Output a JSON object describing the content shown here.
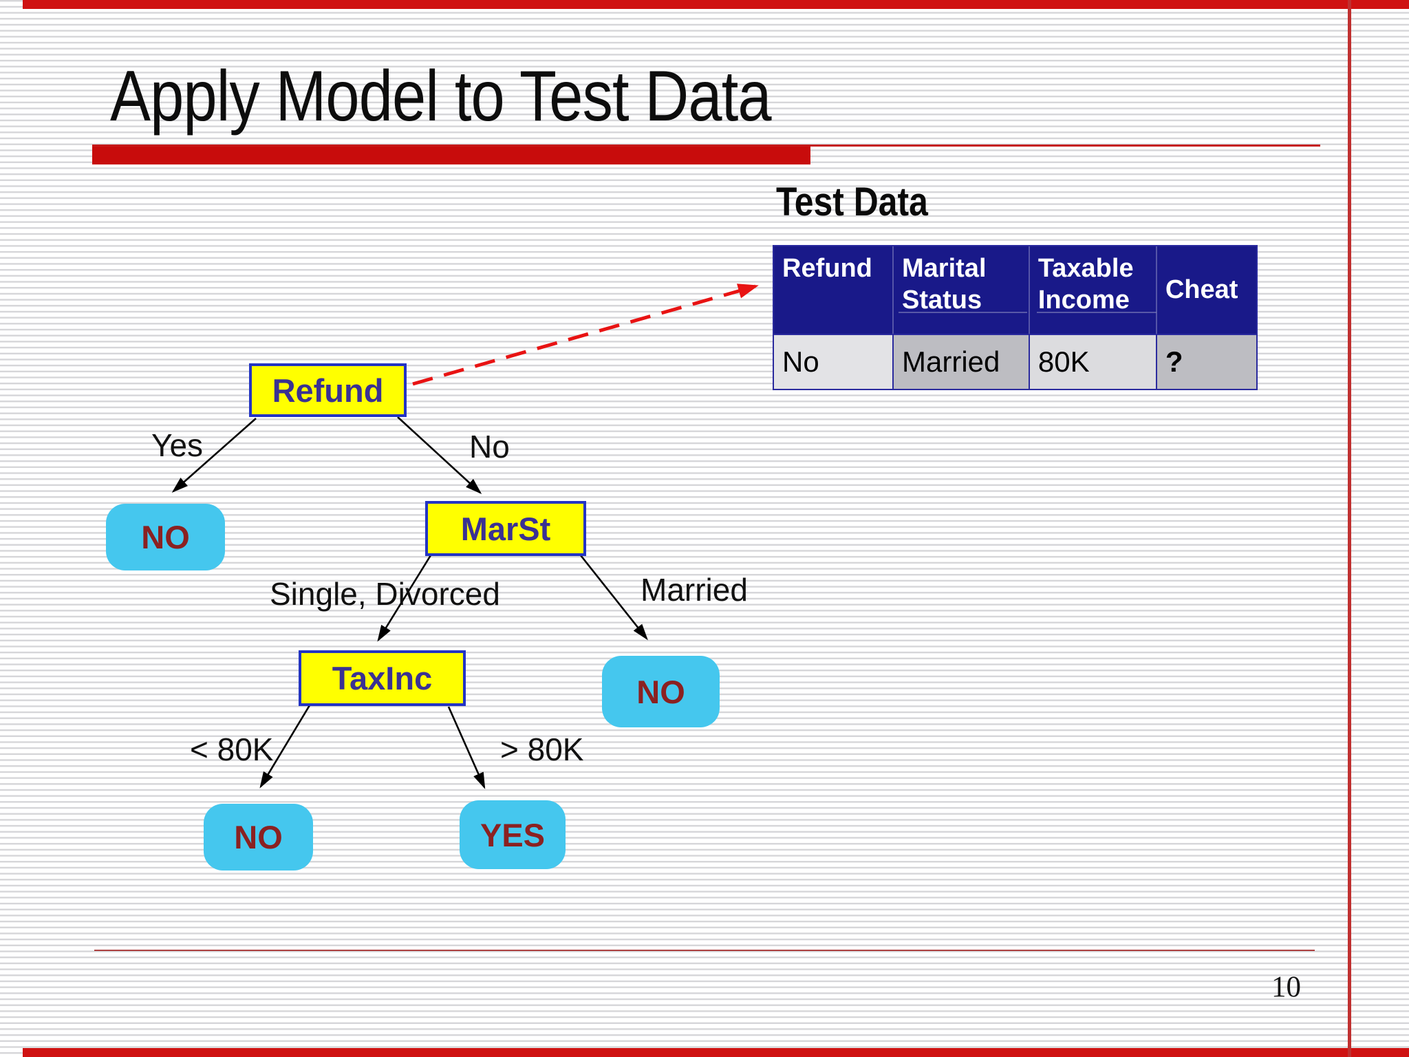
{
  "slide": {
    "title": "Apply Model to Test Data",
    "page_number": "10"
  },
  "colors": {
    "accent_red": "#c80c0c",
    "frame_red": "#cf1212",
    "table_header_navy": "#191989",
    "node_fill_yellow": "#ffff00",
    "node_border_blue": "#2334c4",
    "node_text_navy": "#3a3193",
    "leaf_fill_cyan": "#45c7ee",
    "leaf_text_maroon": "#8b2121",
    "dashed_arrow_red": "#e81313"
  },
  "test_data": {
    "heading": "Test Data",
    "columns": [
      "Refund",
      "Marital Status",
      "Taxable Income",
      "Cheat"
    ],
    "row": [
      "No",
      "Married",
      "80K",
      "?"
    ]
  },
  "tree": {
    "root": "Refund",
    "nodes": {
      "marst": "MarSt",
      "taxinc": "TaxInc"
    },
    "leaves": {
      "refund_yes": "NO",
      "married": "NO",
      "lt_80k": "NO",
      "gt_80k": "YES"
    },
    "branches": {
      "yes": "Yes",
      "no": "No",
      "single_divorced": "Single, Divorced",
      "married": "Married",
      "lt_80k": "< 80K",
      "gt_80k": "> 80K"
    }
  }
}
